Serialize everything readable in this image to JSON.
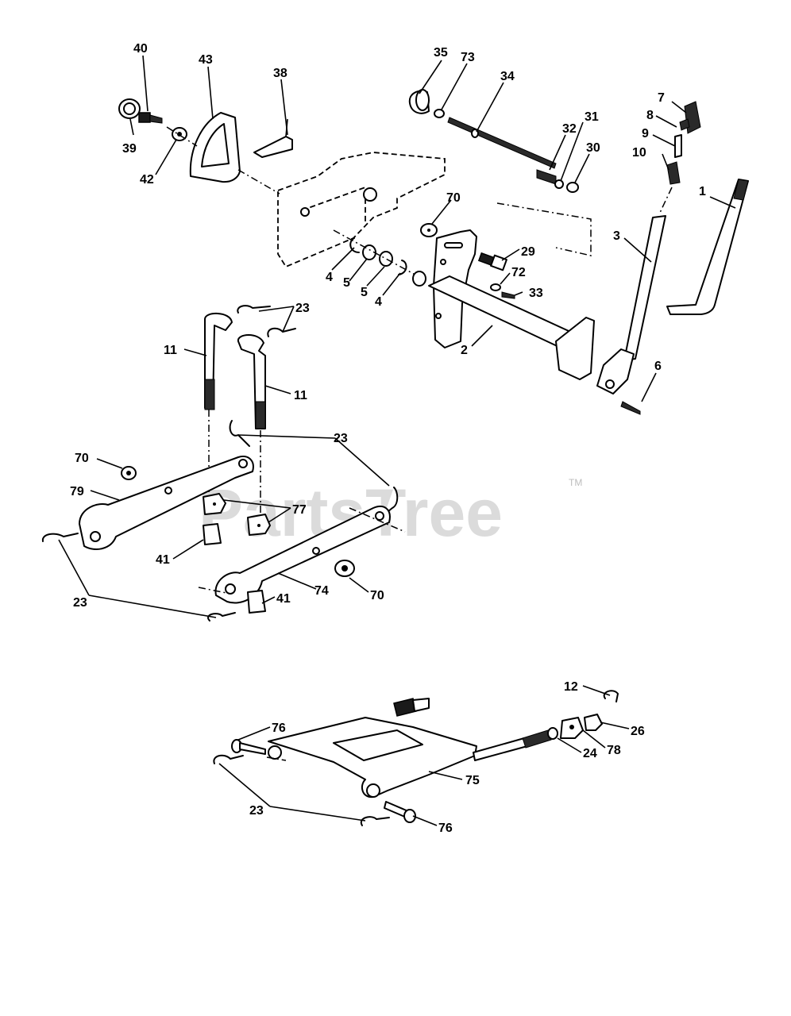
{
  "watermark": {
    "text": "PartsTree",
    "trademark": "TM"
  },
  "callouts": [
    "40",
    "43",
    "38",
    "35",
    "73",
    "34",
    "39",
    "42",
    "31",
    "32",
    "30",
    "7",
    "8",
    "9",
    "10",
    "1",
    "70",
    "29",
    "72",
    "33",
    "3",
    "4",
    "5",
    "5",
    "4",
    "2",
    "23",
    "11",
    "11",
    "6",
    "23",
    "70",
    "79",
    "77",
    "41",
    "74",
    "70",
    "23",
    "41",
    "12",
    "26",
    "76",
    "78",
    "24",
    "75",
    "23",
    "76"
  ]
}
